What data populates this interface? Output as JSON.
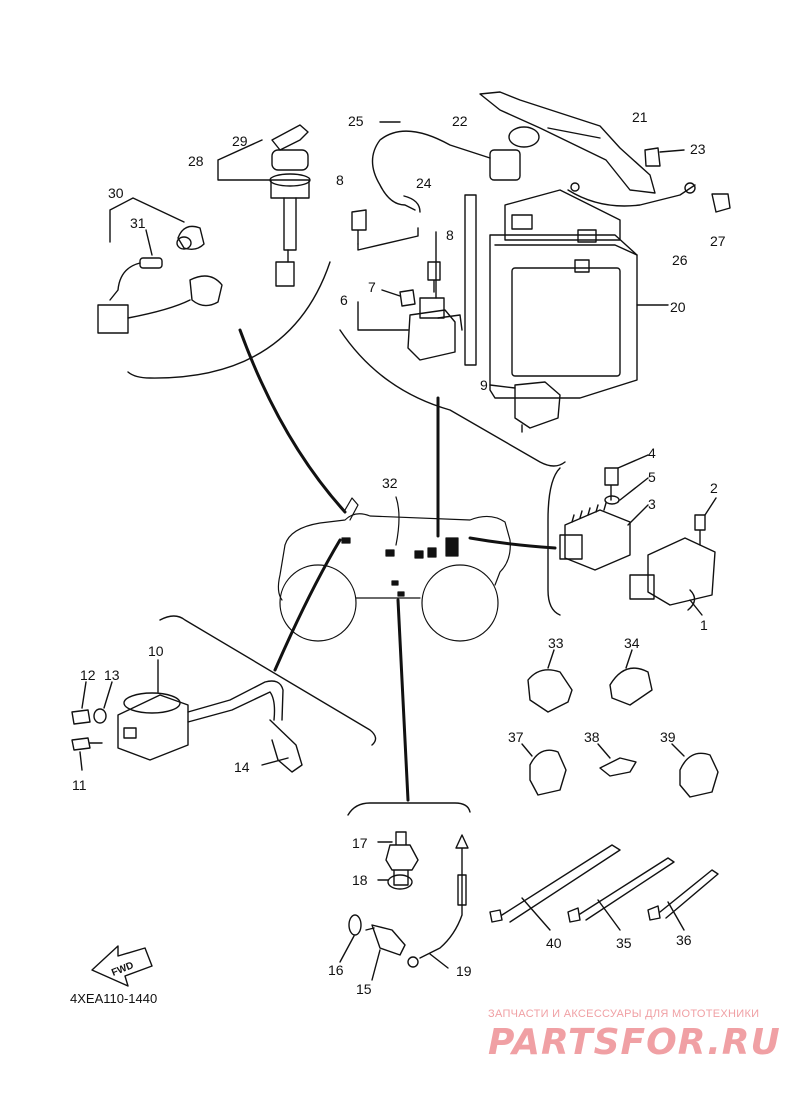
{
  "diagram": {
    "code": "4XEA110-1440",
    "fwd_label": "FWD",
    "callouts": {
      "c1": "1",
      "c2": "2",
      "c3": "3",
      "c4": "4",
      "c5": "5",
      "c6": "6",
      "c7": "7",
      "c8a": "8",
      "c8b": "8",
      "c9": "9",
      "c10": "10",
      "c11": "11",
      "c12": "12",
      "c13": "13",
      "c14": "14",
      "c15": "15",
      "c16": "16",
      "c17": "17",
      "c18": "18",
      "c19": "19",
      "c20": "20",
      "c21": "21",
      "c22": "22",
      "c23": "23",
      "c24": "24",
      "c25": "25",
      "c26": "26",
      "c27": "27",
      "c28": "28",
      "c29": "29",
      "c30": "30",
      "c31": "31",
      "c32": "32",
      "c33": "33",
      "c34": "34",
      "c35": "35",
      "c36": "36",
      "c37": "37",
      "c38": "38",
      "c39": "39",
      "c40": "40"
    }
  },
  "watermark": {
    "tagline": "ЗАПЧАСТИ И АКСЕССУАРЫ ДЛЯ МОТОТЕХНИКИ",
    "logo": "PARTSFOR.RU",
    "color": "#f0a0a4"
  }
}
